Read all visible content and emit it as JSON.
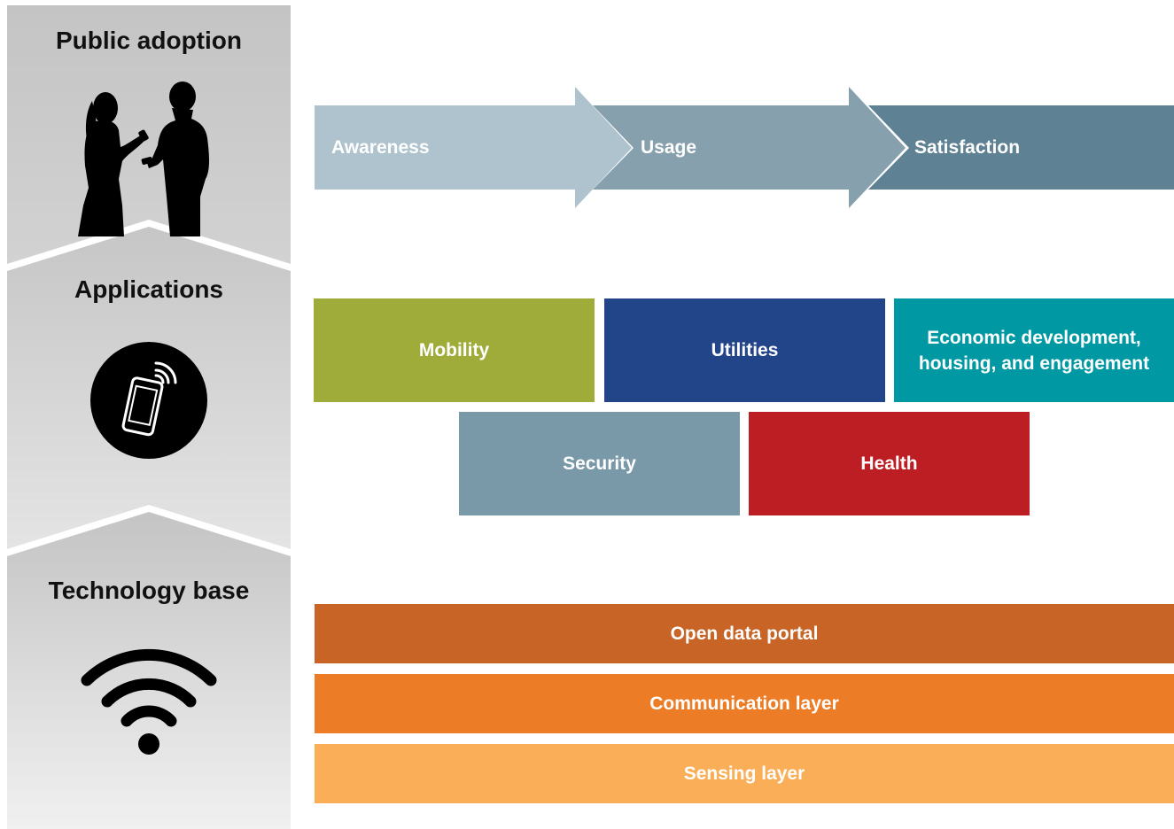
{
  "sections": {
    "public_adoption": "Public adoption",
    "applications": "Applications",
    "technology_base": "Technology base"
  },
  "icons": {
    "public_adoption": "people-with-phones-silhouette-icon",
    "applications": "smartphone-signal-icon",
    "technology_base": "wifi-icon"
  },
  "adoption_flow": [
    {
      "label": "Awareness",
      "color": "#aec3cd"
    },
    {
      "label": "Usage",
      "color": "#87a0ae"
    },
    {
      "label": "Satisfaction",
      "color": "#5e8193"
    }
  ],
  "applications": [
    {
      "label": "Mobility",
      "color": "#a0ac3a"
    },
    {
      "label": "Utilities",
      "color": "#224488"
    },
    {
      "label": "Economic development, housing, and engagement",
      "color": "#0098a3"
    },
    {
      "label": "Security",
      "color": "#7998a8"
    },
    {
      "label": "Health",
      "color": "#bd1e24"
    }
  ],
  "technology_layers": [
    {
      "label": "Open data portal",
      "color": "#c86526"
    },
    {
      "label": "Communication layer",
      "color": "#ec7d26"
    },
    {
      "label": "Sensing layer",
      "color": "#f9ae57"
    }
  ]
}
